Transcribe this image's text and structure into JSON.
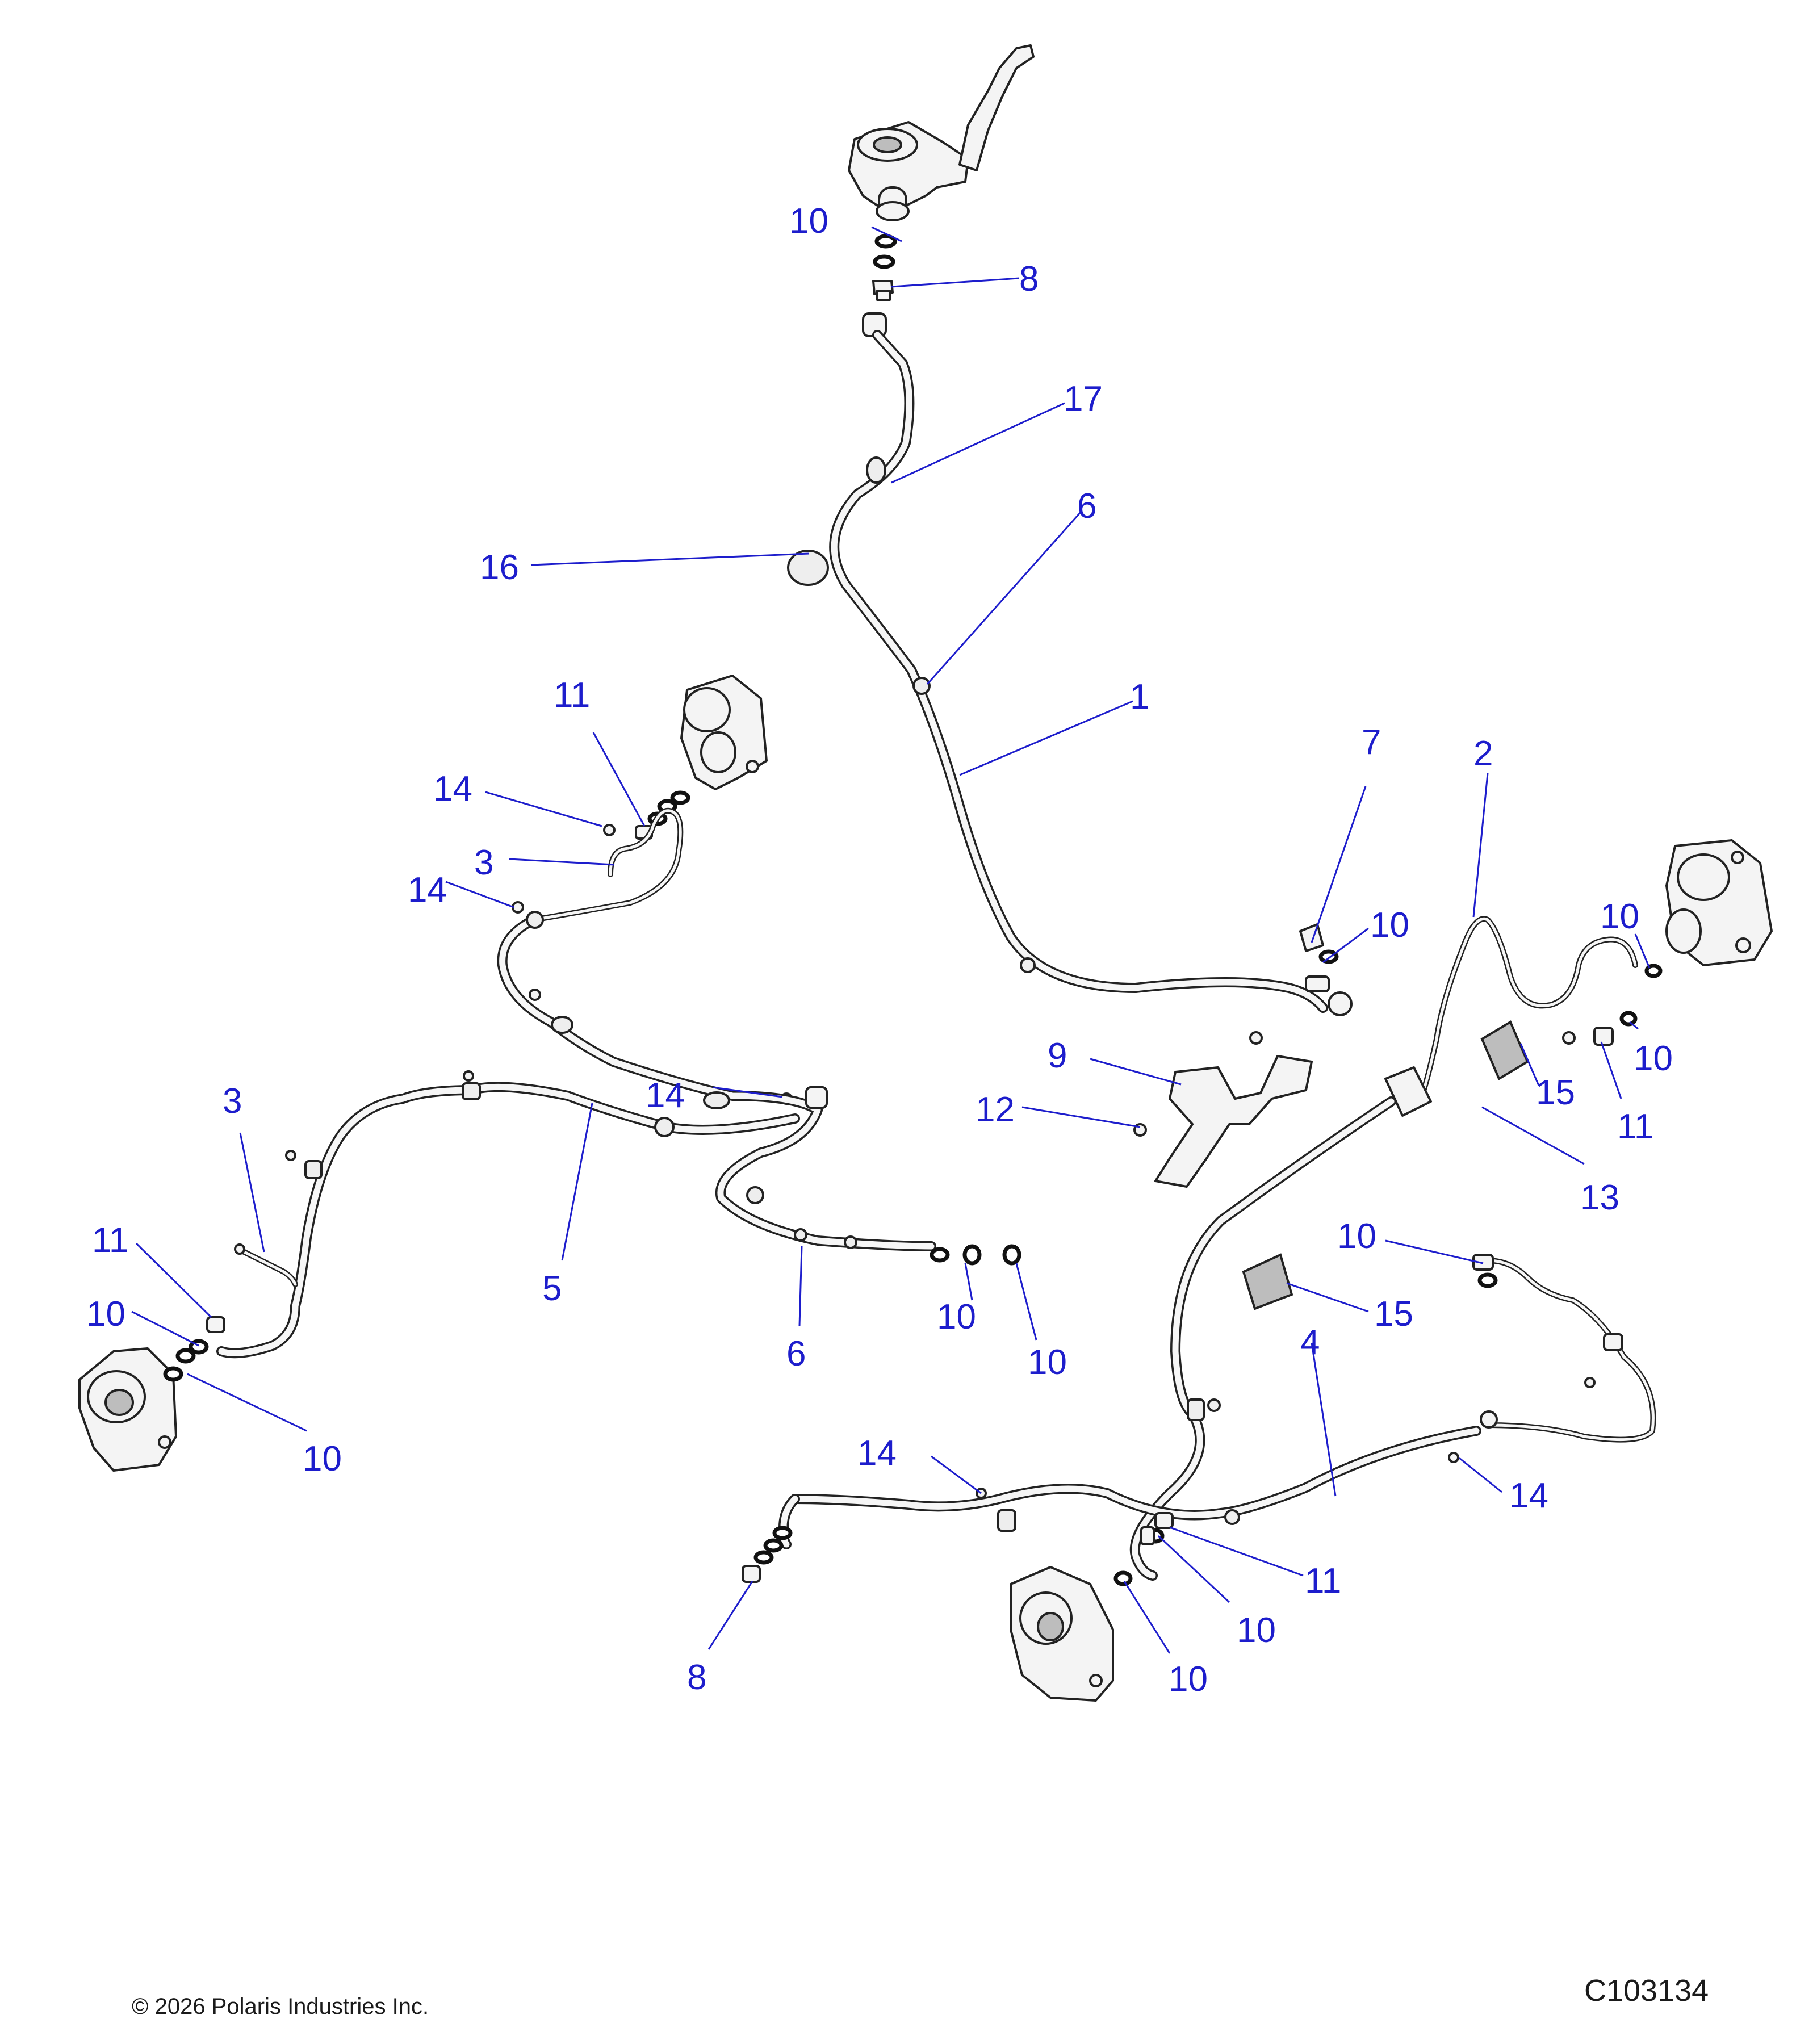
{
  "callouts": [
    {
      "label": "10"
    },
    {
      "label": "8"
    },
    {
      "label": "17"
    },
    {
      "label": "6"
    },
    {
      "label": "16"
    },
    {
      "label": "1"
    },
    {
      "label": "7"
    },
    {
      "label": "10"
    },
    {
      "label": "2"
    },
    {
      "label": "10"
    },
    {
      "label": "10"
    },
    {
      "label": "11"
    },
    {
      "label": "15"
    },
    {
      "label": "13"
    },
    {
      "label": "9"
    },
    {
      "label": "12"
    },
    {
      "label": "11"
    },
    {
      "label": "14"
    },
    {
      "label": "3"
    },
    {
      "label": "14"
    },
    {
      "label": "14"
    },
    {
      "label": "3"
    },
    {
      "label": "5"
    },
    {
      "label": "11"
    },
    {
      "label": "10"
    },
    {
      "label": "10"
    },
    {
      "label": "6"
    },
    {
      "label": "10"
    },
    {
      "label": "10"
    },
    {
      "label": "10"
    },
    {
      "label": "15"
    },
    {
      "label": "4"
    },
    {
      "label": "14"
    },
    {
      "label": "14"
    },
    {
      "label": "11"
    },
    {
      "label": "10"
    },
    {
      "label": "10"
    },
    {
      "label": "8"
    }
  ],
  "footer": {
    "copyright": "© 2026 Polaris Industries Inc.",
    "figure_code": "C103134"
  }
}
